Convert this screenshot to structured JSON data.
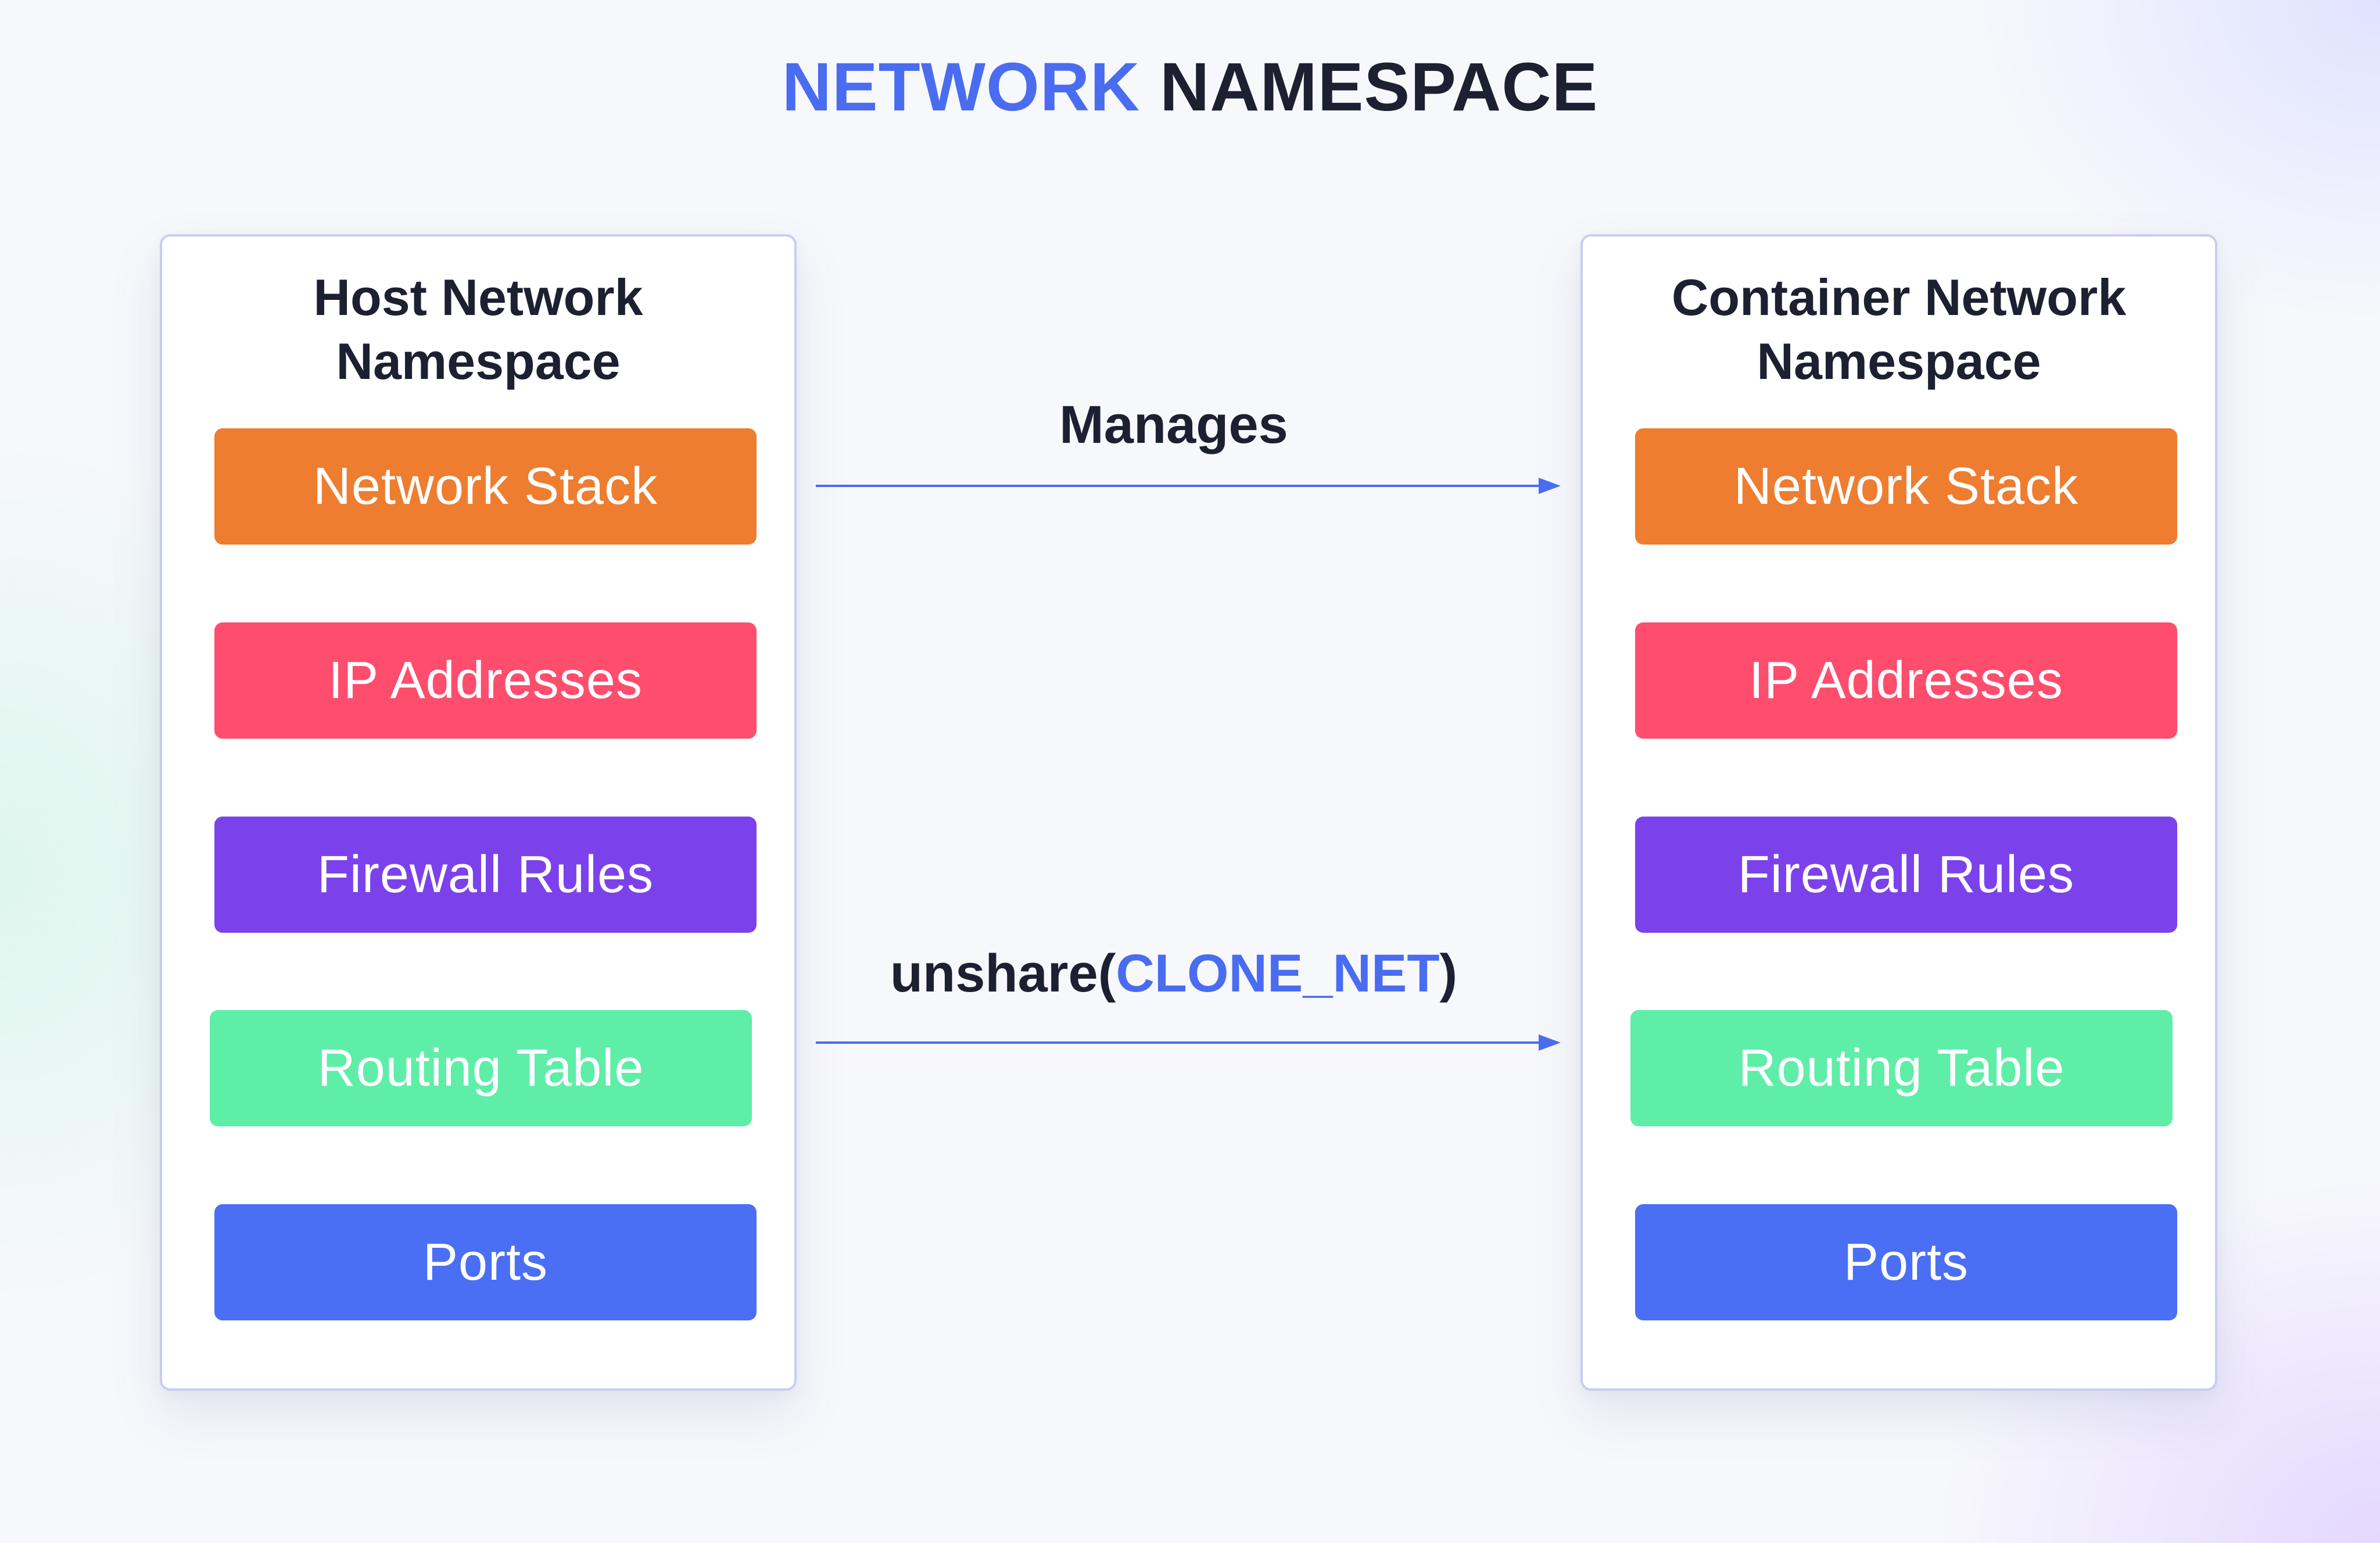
{
  "title": {
    "accent_word": "NETWORK",
    "rest": "NAMESPACE"
  },
  "colors": {
    "accent": "#4a6cf0",
    "text": "#1c2030",
    "network_stack": "#ee7d30",
    "ip_addresses": "#ff4d6d",
    "firewall_rules": "#7b42ec",
    "routing_table": "#5feea8",
    "ports": "#4a6ff5"
  },
  "panels": {
    "host": {
      "title": "Host Network Namespace",
      "items": [
        "Network Stack",
        "IP Addresses",
        "Firewall Rules",
        "Routing Table",
        "Ports"
      ]
    },
    "container": {
      "title": "Container Network Namespace",
      "items": [
        "Network Stack",
        "IP Addresses",
        "Firewall Rules",
        "Routing Table",
        "Ports"
      ]
    }
  },
  "relations": {
    "manages": {
      "label": "Manages"
    },
    "unshare": {
      "prefix": "unshare(",
      "code": "CLONE_NET",
      "suffix": ")"
    }
  }
}
